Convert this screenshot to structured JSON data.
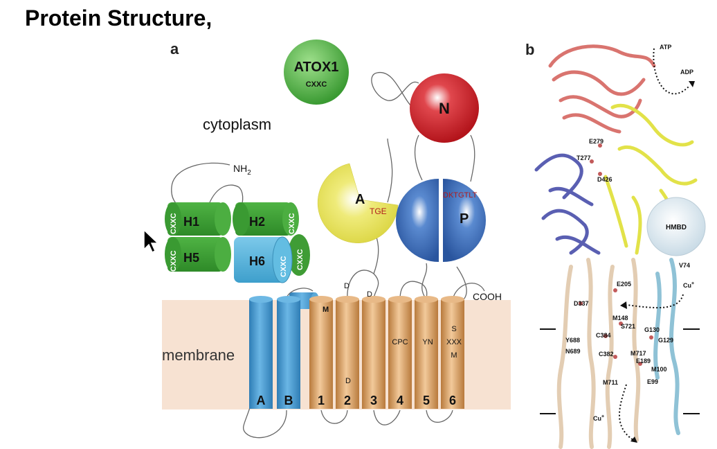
{
  "page": {
    "title": "Protein Structure,"
  },
  "panel_a": {
    "label": "a",
    "cytoplasm": "cytoplasm",
    "membrane": "membrane",
    "nh2": "NH",
    "nh2_sub": "2",
    "cooh": "COOH",
    "atox1": {
      "name": "ATOX1",
      "motif": "CXXC"
    },
    "n_domain": "N",
    "a_domain": {
      "name": "A",
      "motif": "TGE"
    },
    "p_domain": {
      "name": "P",
      "motif": "DKTGTLT"
    },
    "mbd": [
      {
        "name": "H1",
        "motif": "CXXC"
      },
      {
        "name": "H2",
        "motif": "CXXC"
      },
      {
        "name": "H5",
        "motif": "CXXC"
      },
      {
        "name": "H6",
        "motif": "CXXC"
      },
      {
        "motif": "CXXC"
      }
    ],
    "helices": [
      {
        "label": "A",
        "color": "#3a8fc7"
      },
      {
        "label": "B",
        "color": "#3a8fc7"
      },
      {
        "label": "1",
        "color": "#c98f52"
      },
      {
        "label": "2",
        "color": "#c98f52"
      },
      {
        "label": "3",
        "color": "#c98f52"
      },
      {
        "label": "4",
        "color": "#c98f52"
      },
      {
        "label": "5",
        "color": "#c98f52"
      },
      {
        "label": "6",
        "color": "#c98f52"
      }
    ],
    "helix_marks": {
      "m": "M",
      "d_top2": "D",
      "d_top3": "D",
      "d_mid2": "D",
      "cpc": "CPC",
      "yn": "YN",
      "s": "S",
      "xxx": "XXX",
      "m6": "M"
    },
    "colors": {
      "membrane_bg": "#f7e2d2",
      "green": "#3f9c35",
      "cyan": "#5bb6d9",
      "red": "#c22026",
      "yellow": "#e5e052",
      "blue": "#2f63b0"
    }
  },
  "panel_b": {
    "label": "b",
    "labels": {
      "atp": "ATP",
      "adp": "ADP",
      "hmbd": "HMBD",
      "e279": "E279",
      "t277": "T277",
      "d426": "D426",
      "v74": "V74",
      "e205": "E205",
      "cu_in": "Cu",
      "cu_out": "Cu",
      "plus": "+",
      "d337": "D337",
      "m148": "M148",
      "s721": "S721",
      "g130": "G130",
      "c384": "C384",
      "g129": "G129",
      "y688": "Y688",
      "n689": "N689",
      "c382": "C382",
      "m717": "M717",
      "e189": "E189",
      "m100": "M100",
      "m711": "M711",
      "e99": "E99"
    }
  }
}
